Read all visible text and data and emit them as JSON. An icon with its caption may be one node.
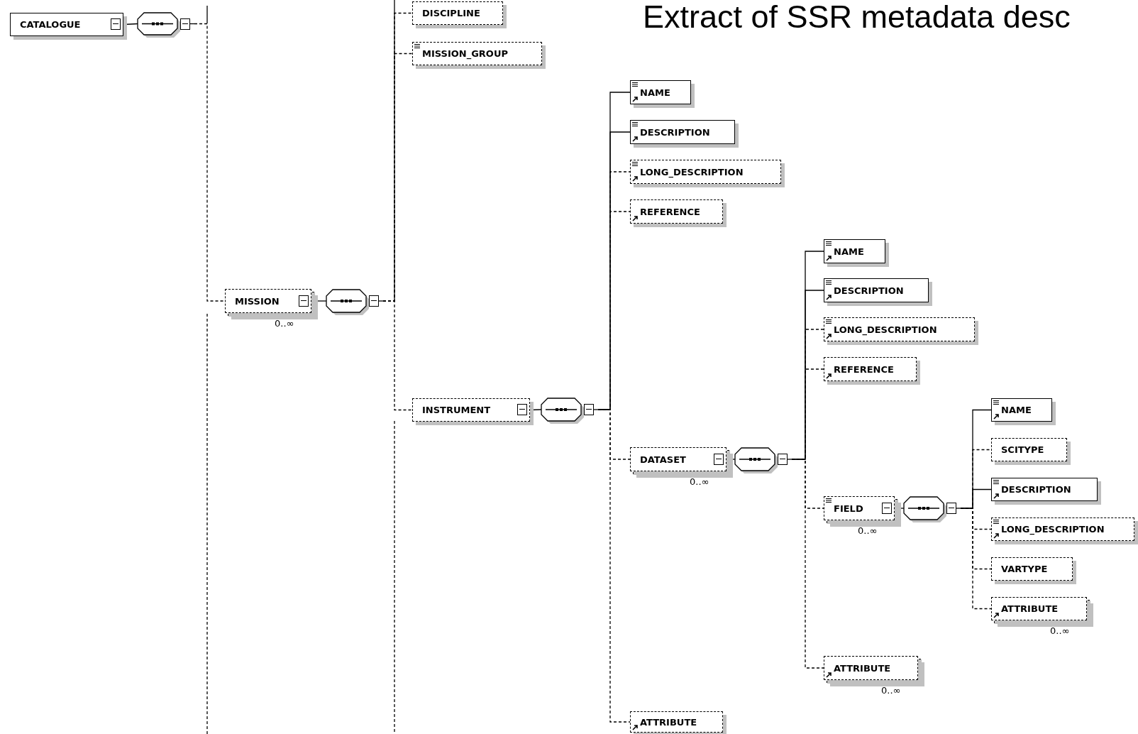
{
  "diagram": {
    "title": "Extract of SSR metadata desc",
    "nodes": [
      {
        "text": [
          "CATALOGUE"
        ]
      },
      {
        "text": [],
        "shape": "octagon"
      },
      {
        "text": [
          "MISSION"
        ],
        "beside": [
          "0..∞"
        ]
      },
      {
        "text": [],
        "shape": "octagon"
      },
      {
        "text": [
          "DISCIPLINE"
        ]
      },
      {
        "text": [
          "MISSION_GROUP"
        ]
      },
      {
        "text": [
          "INSTRUMENT"
        ]
      },
      {
        "text": [],
        "shape": "octagon"
      },
      {
        "text": [
          "NAME"
        ]
      },
      {
        "text": [
          "DESCRIPTION"
        ]
      },
      {
        "text": [
          "LONG_DESCRIPTION"
        ]
      },
      {
        "text": [
          "REFERENCE"
        ]
      },
      {
        "text": [
          "DATASET"
        ],
        "beside": [
          "0..∞"
        ]
      },
      {
        "text": [],
        "shape": "octagon"
      },
      {
        "text": [
          "NAME"
        ]
      },
      {
        "text": [
          "DESCRIPTION"
        ]
      },
      {
        "text": [
          "LONG_DESCRIPTION"
        ]
      },
      {
        "text": [
          "REFERENCE"
        ]
      },
      {
        "text": [
          "FIELD"
        ],
        "beside": [
          "0..∞"
        ]
      },
      {
        "text": [],
        "shape": "octagon"
      },
      {
        "text": [
          "NAME"
        ]
      },
      {
        "text": [
          "SCITYPE"
        ]
      },
      {
        "text": [
          "DESCRIPTION"
        ]
      },
      {
        "text": [
          "LONG_DESCRIPTION"
        ]
      },
      {
        "text": [
          "VARTYPE"
        ]
      },
      {
        "text": [
          "ATTRIBUTE"
        ],
        "beside": [
          "0..∞"
        ]
      },
      {
        "text": [
          "ATTRIBUTE"
        ],
        "beside": [
          "0..∞"
        ]
      },
      {
        "text": [
          "ATTRIBUTE"
        ]
      }
    ],
    "edges": [
      {
        "from": 0,
        "to": 1,
        "arrow": "none"
      },
      {
        "from": 1,
        "to": 2,
        "arrow": "none",
        "style": "dashed"
      },
      {
        "from": 2,
        "to": 3,
        "arrow": "none"
      },
      {
        "from": 3,
        "to": 4,
        "arrow": "none",
        "style": "dashed"
      },
      {
        "from": 3,
        "to": 5,
        "arrow": "none",
        "style": "dashed"
      },
      {
        "from": 3,
        "to": 6,
        "arrow": "none",
        "style": "dashed"
      },
      {
        "from": 6,
        "to": 7,
        "arrow": "none"
      },
      {
        "from": 7,
        "to": 8,
        "arrow": "none"
      },
      {
        "from": 7,
        "to": 9,
        "arrow": "none"
      },
      {
        "from": 7,
        "to": 10,
        "arrow": "none",
        "style": "dashed"
      },
      {
        "from": 7,
        "to": 11,
        "arrow": "none",
        "style": "dashed"
      },
      {
        "from": 7,
        "to": 12,
        "arrow": "none",
        "style": "dashed"
      },
      {
        "from": 7,
        "to": 27,
        "arrow": "none",
        "style": "dashed"
      },
      {
        "from": 12,
        "to": 13,
        "arrow": "none"
      },
      {
        "from": 13,
        "to": 14,
        "arrow": "none"
      },
      {
        "from": 13,
        "to": 15,
        "arrow": "none"
      },
      {
        "from": 13,
        "to": 16,
        "arrow": "none",
        "style": "dashed"
      },
      {
        "from": 13,
        "to": 17,
        "arrow": "none",
        "style": "dashed"
      },
      {
        "from": 13,
        "to": 18,
        "arrow": "none",
        "style": "dashed"
      },
      {
        "from": 13,
        "to": 26,
        "arrow": "none",
        "style": "dashed"
      },
      {
        "from": 18,
        "to": 19,
        "arrow": "none"
      },
      {
        "from": 19,
        "to": 20,
        "arrow": "none"
      },
      {
        "from": 19,
        "to": 21,
        "arrow": "none",
        "style": "dashed"
      },
      {
        "from": 19,
        "to": 22,
        "arrow": "none"
      },
      {
        "from": 19,
        "to": 23,
        "arrow": "none",
        "style": "dashed"
      },
      {
        "from": 19,
        "to": 24,
        "arrow": "none",
        "style": "dashed"
      },
      {
        "from": 19,
        "to": 25,
        "arrow": "none",
        "style": "dashed"
      }
    ]
  }
}
